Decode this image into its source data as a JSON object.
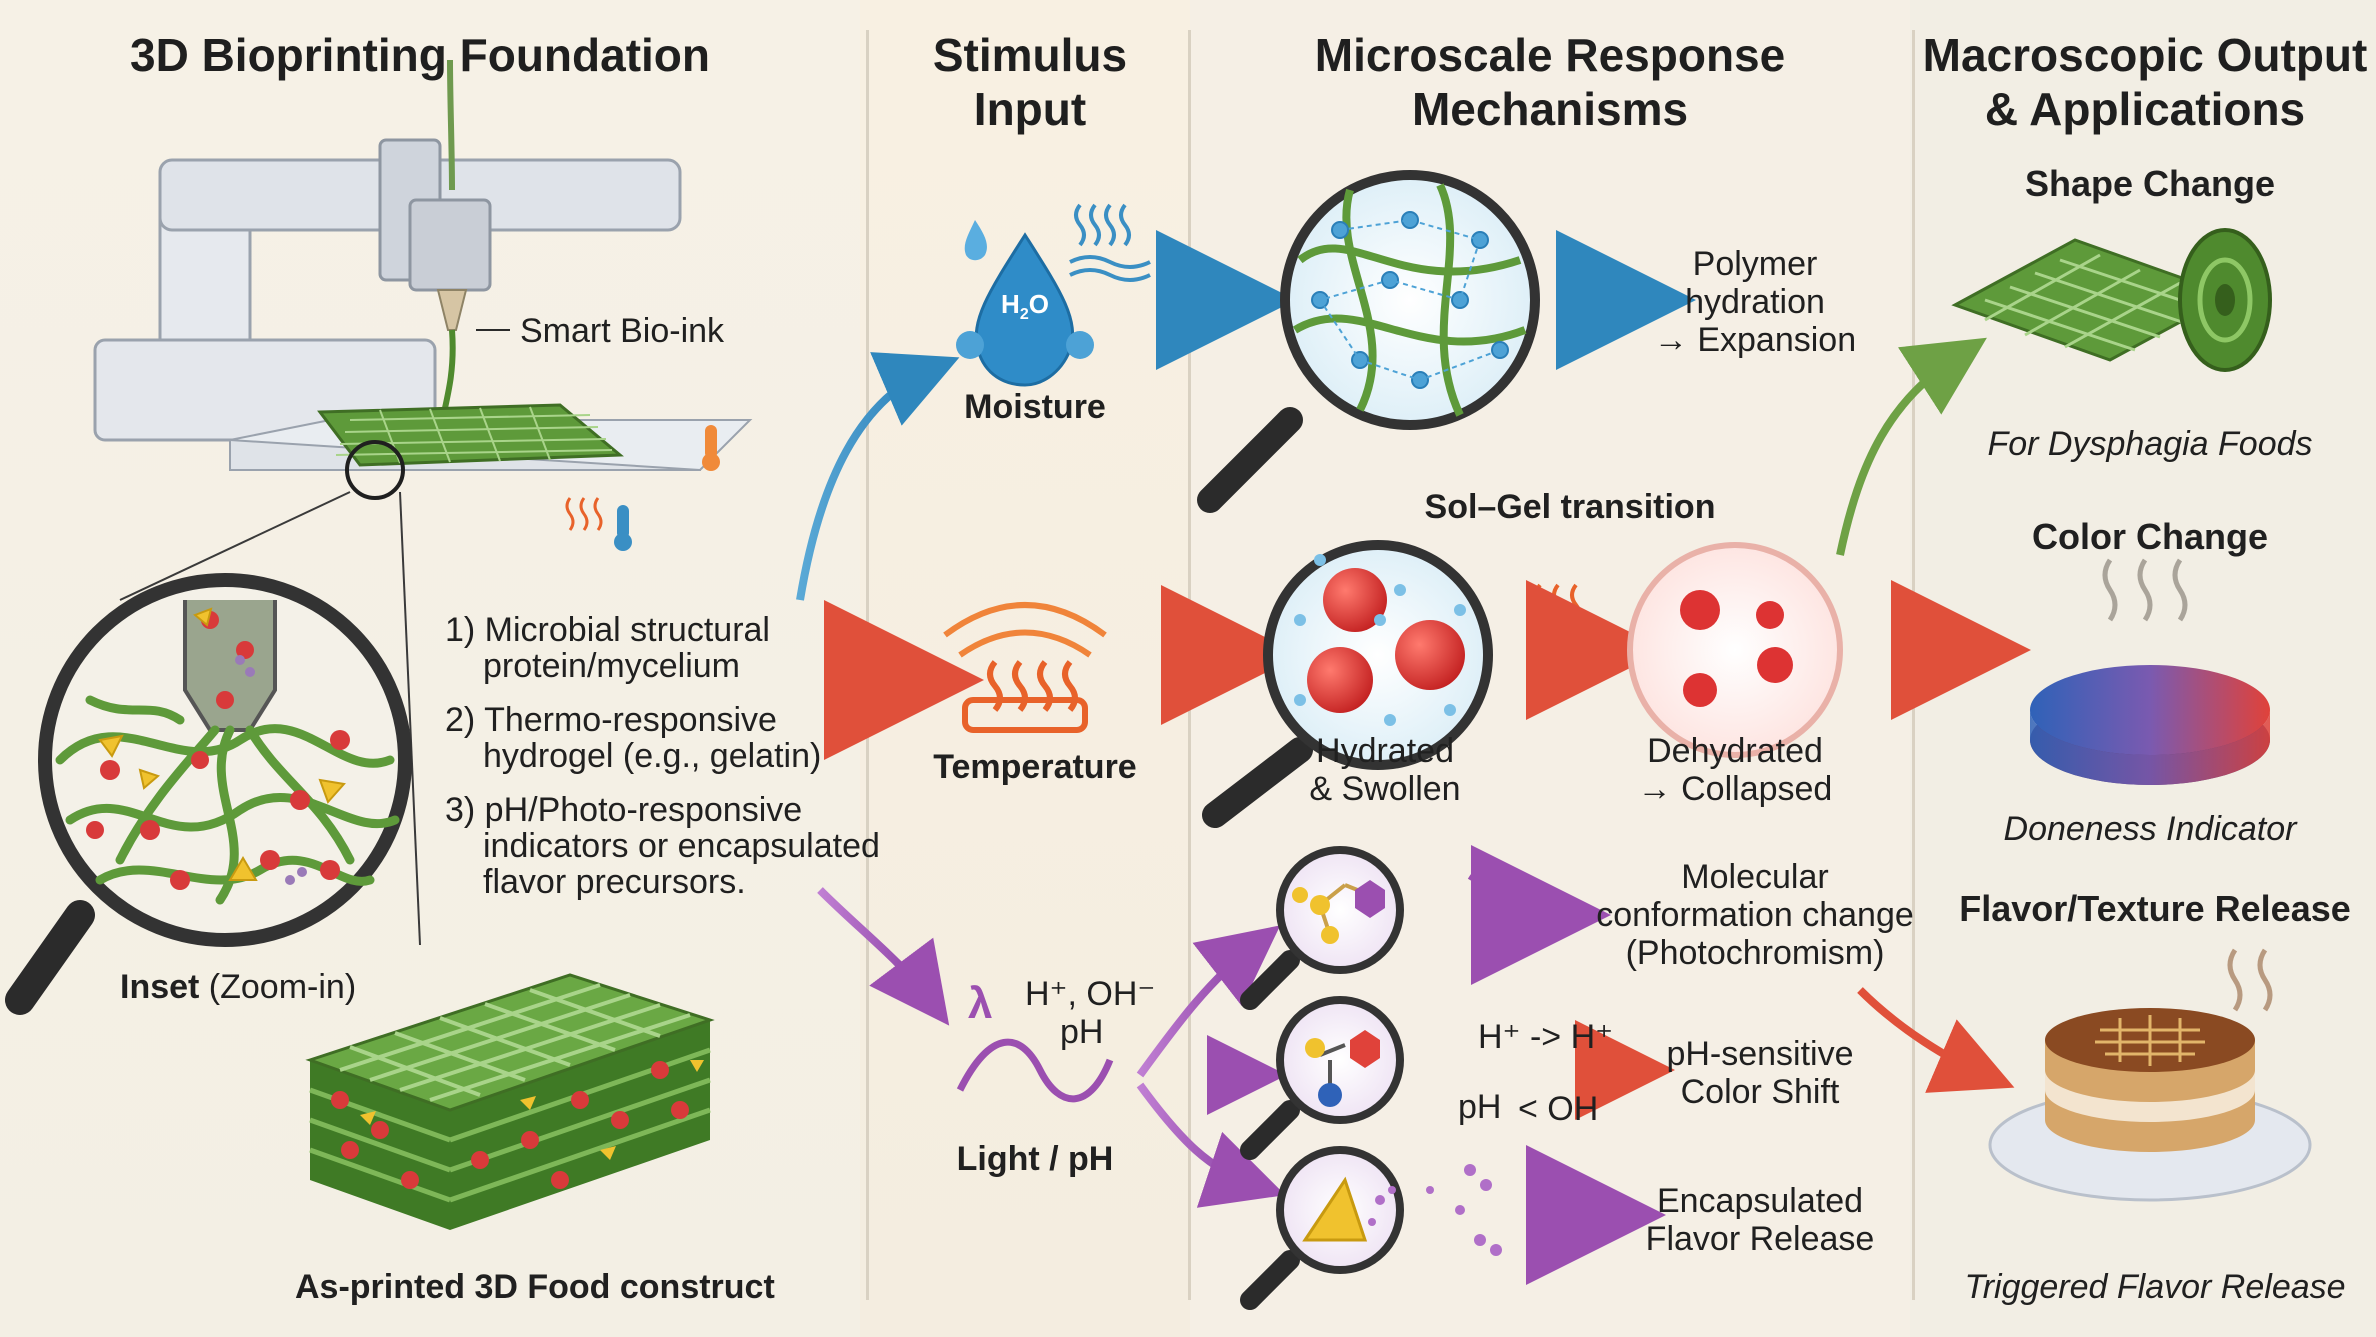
{
  "headers": {
    "foundation": "3D Bioprinting Foundation",
    "stimulus": [
      "Stimulus",
      "Input"
    ],
    "micro": [
      "Microscale Response",
      "Mechanisms"
    ],
    "macro": [
      "Macroscopic Output",
      "& Applications"
    ]
  },
  "foundation": {
    "bioink_label": "Smart Bio-ink",
    "ingredients": [
      [
        "1) Microbial structural",
        "protein/mycelium"
      ],
      [
        "2) Thermo-responsive",
        "hydrogel (e.g., gelatin)"
      ],
      [
        "3) pH/Photo-responsive",
        "indicators or encapsulated",
        "flavor precursors."
      ]
    ],
    "inset_bold": "Inset",
    "inset_rest": " (Zoom-in)",
    "construct_label": "As-printed 3D Food construct"
  },
  "stimuli": {
    "moisture": "Moisture",
    "h2o": "H",
    "h2o_sub": "2",
    "h2o_o": "O",
    "temperature": "Temperature",
    "lambda": "λ",
    "ions": "H⁺,  OH⁻",
    "ph": "pH",
    "lightph": "Light / pH"
  },
  "micro": {
    "hydration": [
      "Polymer",
      "hydration",
      "→ Expansion"
    ],
    "solgel": "Sol–Gel transition",
    "hydrated": [
      "Hydrated",
      "& Swollen"
    ],
    "dehydrated": [
      "Dehydrated",
      "→ Collapsed"
    ],
    "molecular": [
      "Molecular",
      "conformation change",
      "(Photochromism)"
    ],
    "ph_eq_top": "H⁺ -> H⁺",
    "ph_eq_bottom_left": "pH",
    "ph_eq_bottom_right": "< OH",
    "ph_shift": [
      "pH-sensitive",
      "Color Shift"
    ],
    "flavor": [
      "Encapsulated",
      "Flavor Release"
    ]
  },
  "macro": {
    "shape_title": "Shape Change",
    "shape_caption": "For Dysphagia Foods",
    "color_title": "Color Change",
    "color_caption": "Doneness Indicator",
    "flavor_title": "Flavor/Texture Release",
    "flavor_caption": "Triggered Flavor Release"
  },
  "colors": {
    "mesh_green": "#5e9a3a",
    "moisture_blue": "#3a8fc4",
    "heat_orange": "#e8622a",
    "light_purple": "#9b4fb0",
    "red_particle": "#d83a3a",
    "yellow_particle": "#f0c22e"
  }
}
